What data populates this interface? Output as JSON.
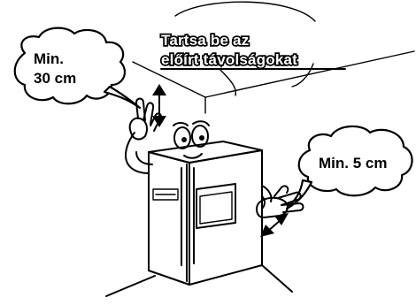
{
  "heading": {
    "line1": "Tartsa be az",
    "line2": "előírt távolságokat"
  },
  "top_clearance": {
    "line1": "Min.",
    "line2": "30 cm"
  },
  "side_clearance": {
    "text": "Min. 5 cm"
  }
}
